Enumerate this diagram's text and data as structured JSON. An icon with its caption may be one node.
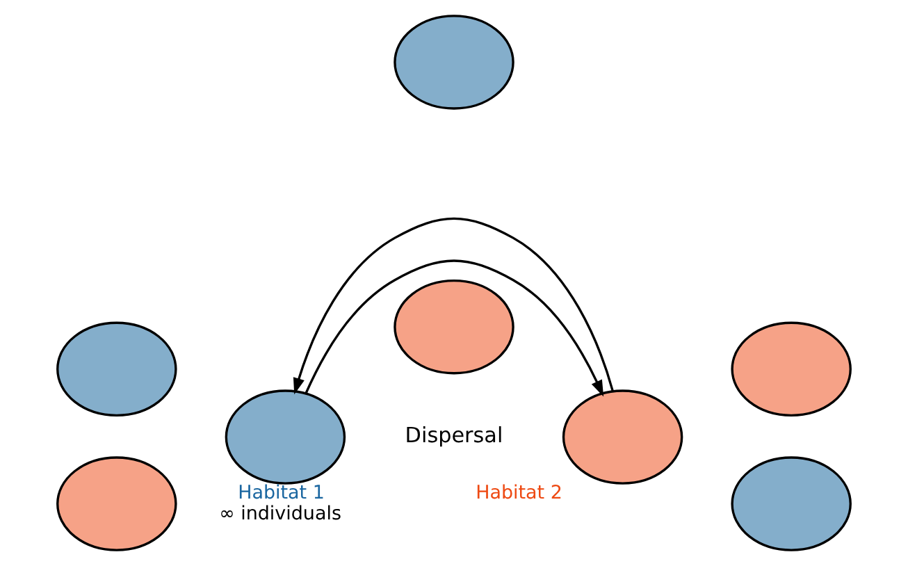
{
  "diagram": {
    "nodes": [
      {
        "text": [],
        "shape": "circle"
      },
      {
        "text": [],
        "shape": "circle"
      },
      {
        "text": [],
        "shape": "circle"
      },
      {
        "text": [],
        "shape": "circle",
        "beside": [
          "Habitat 1",
          "∞ individuals"
        ]
      },
      {
        "text": [],
        "shape": "circle",
        "beside": [
          "Habitat 2"
        ]
      },
      {
        "text": [],
        "shape": "circle"
      },
      {
        "text": [],
        "shape": "circle"
      },
      {
        "text": [],
        "shape": "circle"
      }
    ],
    "edges": [
      {
        "from": 3,
        "to": 4,
        "arrow": "to"
      },
      {
        "from": 4,
        "to": 3,
        "arrow": "to"
      }
    ],
    "labels": [
      "Dispersal"
    ]
  }
}
